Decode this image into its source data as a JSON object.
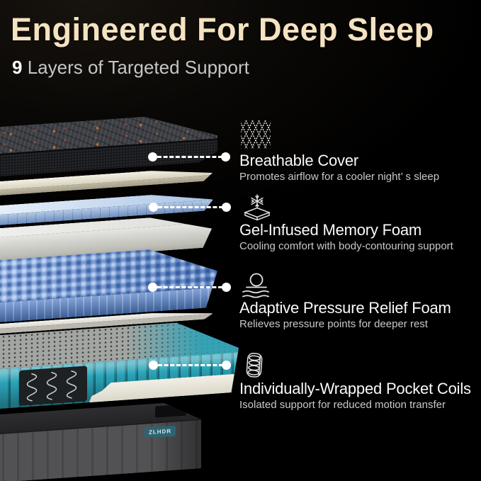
{
  "header": {
    "title": "Engineered For Deep Sleep",
    "subtitle_number": "9",
    "subtitle_text": " Layers of Targeted Support"
  },
  "callouts": [
    {
      "icon": "mesh-weave-icon",
      "title": "Breathable Cover",
      "desc": "Promotes airflow for a cooler night’ s sleep"
    },
    {
      "icon": "snowflake-foam-layer-icon",
      "title": "Gel-Infused Memory Foam",
      "desc": "Cooling comfort with body-contouring support"
    },
    {
      "icon": "ball-on-waves-icon",
      "title": "Adaptive Pressure Relief Foam",
      "desc": "Relieves pressure points for deeper rest"
    },
    {
      "icon": "pocket-coil-icon",
      "title": "Individually-Wrapped Pocket Coils",
      "desc": "Isolated support for reduced motion transfer"
    }
  ],
  "mattress": {
    "brand_tag": "ZLHDR"
  },
  "colors": {
    "cream-title": "#f5e2c0",
    "subtitle-gray": "#c6c6c6",
    "callout-desc-gray": "#c9c9c9",
    "gel-blue": "#8cadd9",
    "egg-crate-blue": "#6492dc",
    "coil-teal": "#2aa1b5",
    "base-gray": "#4b4b4d",
    "tag-teal": "#2e6371"
  }
}
